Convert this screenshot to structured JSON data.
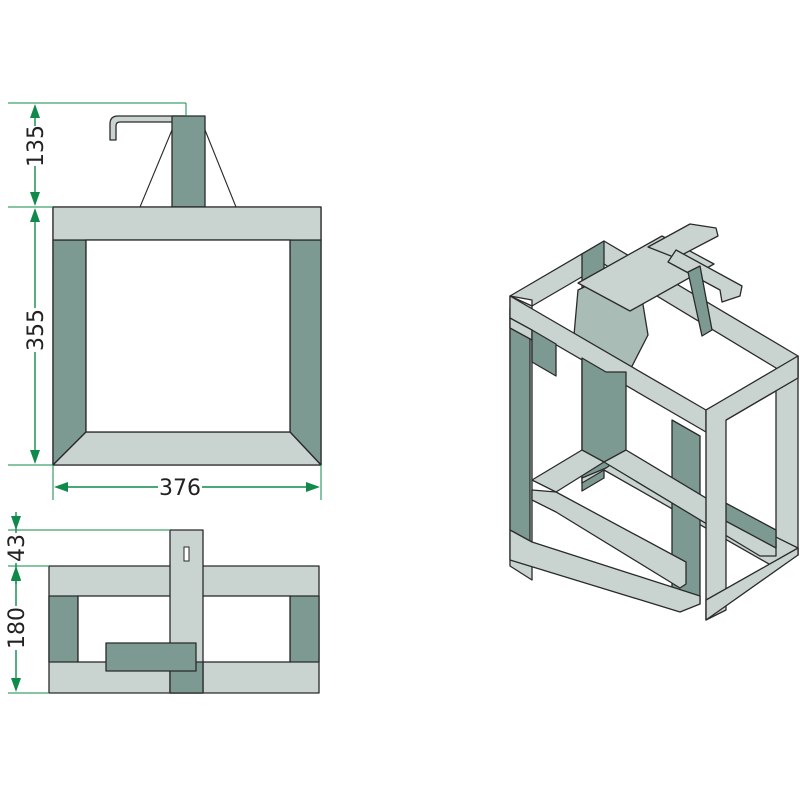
{
  "dimensions": {
    "front_top_height": "135",
    "front_height": "355",
    "front_width": "376",
    "top_offset": "43",
    "top_depth": "180"
  },
  "colors": {
    "frame_light": "#c9d4d0",
    "frame_dark": "#7d9a92",
    "dimension_line": "#0f8a4a"
  }
}
